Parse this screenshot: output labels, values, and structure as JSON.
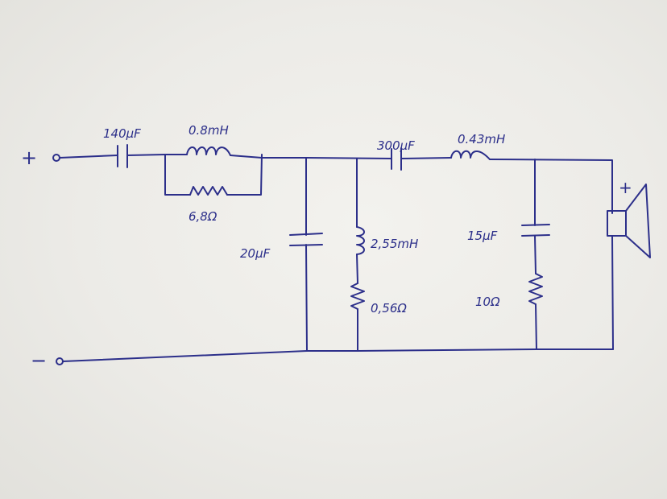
{
  "schematic": {
    "terminals": {
      "positive": "+",
      "negative": "−",
      "speaker_polarity": "+"
    },
    "labels": {
      "c1": "140µF",
      "l1": "0.8mH",
      "r1": "6,8Ω",
      "c2": "300µF",
      "l2": "0.43mH",
      "c_shunt": "20µF",
      "l_shunt": "2,55mH",
      "r_shunt": "0,56Ω",
      "c_zobel": "15µF",
      "r_zobel": "10Ω"
    },
    "ink_color": "#2c2f8a",
    "paper_color": "#ecebe6"
  }
}
